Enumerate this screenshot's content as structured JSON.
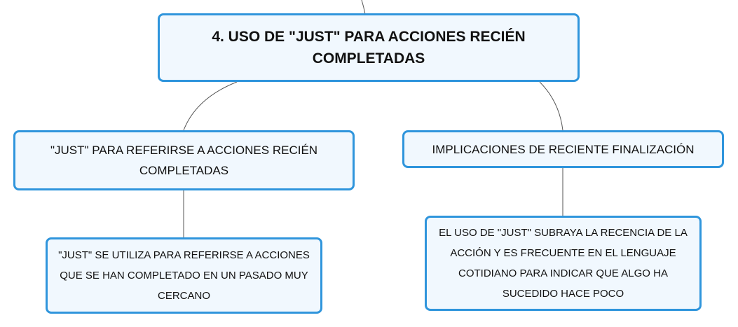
{
  "mindmap": {
    "root": {
      "text": "4. USO DE \"JUST\" PARA ACCIONES RECIÉN COMPLETADAS"
    },
    "branch_left": {
      "text": "\"JUST\" PARA REFERIRSE A ACCIONES RECIÉN COMPLETADAS",
      "child": {
        "text": "\"JUST\" SE UTILIZA PARA REFERIRSE A ACCIONES QUE SE HAN COMPLETADO EN UN PASADO MUY CERCANO"
      }
    },
    "branch_right": {
      "text": "IMPLICACIONES DE RECIENTE FINALIZACIÓN",
      "child": {
        "text": "EL USO DE \"JUST\" SUBRAYA LA RECENCIA DE LA ACCIÓN Y ES FRECUENTE EN EL LENGUAJE COTIDIANO PARA INDICAR QUE ALGO HA SUCEDIDO HACE POCO"
      }
    },
    "colors": {
      "node_border": "#2f95dc",
      "node_fill": "#f1f8fe",
      "connector": "#555555",
      "text": "#111111"
    }
  }
}
